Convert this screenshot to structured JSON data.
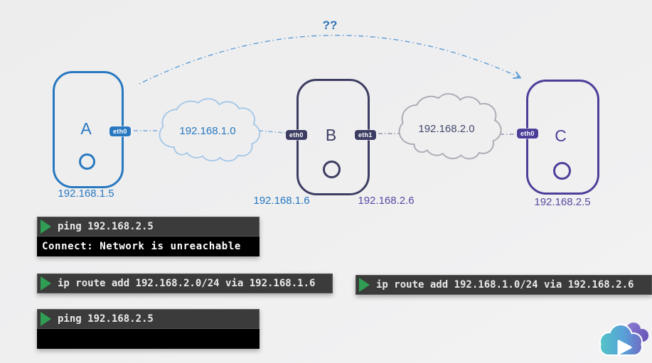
{
  "colors": {
    "bg": "#efeff0",
    "blue": "#2878c0",
    "navy": "#3d3d63",
    "purple": "#4c3f99",
    "purple-ip": "#564ba2",
    "cloud1-stroke": "#a5c8e8",
    "cloud2-stroke": "#abacb4",
    "cloud2-text": "#454a6e",
    "arrow": "#5b9bd5",
    "qq": "#2e75b6",
    "term-bar": "#3b3b3b",
    "term-output-bg": "#000000",
    "term-text": "#eaeaea",
    "green": "#2f9e54"
  },
  "annotation": {
    "question": "??"
  },
  "devices": {
    "a": {
      "label": "A",
      "ip": "192.168.1.5",
      "eth_right": "eth0"
    },
    "b": {
      "label": "B",
      "eth_left": "eth0",
      "eth_right": "eth1",
      "ip_left": "192.168.1.6",
      "ip_right": "192.168.2.6"
    },
    "c": {
      "label": "C",
      "eth_left": "eth0",
      "ip": "192.168.2.5"
    }
  },
  "networks": {
    "net1": {
      "label": "192.168.1.0"
    },
    "net2": {
      "label": "192.168.2.0"
    }
  },
  "terminals": [
    {
      "command": "ping 192.168.2.5",
      "output": "Connect: Network is unreachable"
    },
    {
      "command": "ip route add 192.168.2.0/24 via 192.168.1.6"
    },
    {
      "command": "ip route add 192.168.1.0/24 via 192.168.2.6"
    },
    {
      "command": "ping 192.168.2.5",
      "output": ""
    }
  ],
  "logo": {
    "name": "cloud-play-logo"
  }
}
